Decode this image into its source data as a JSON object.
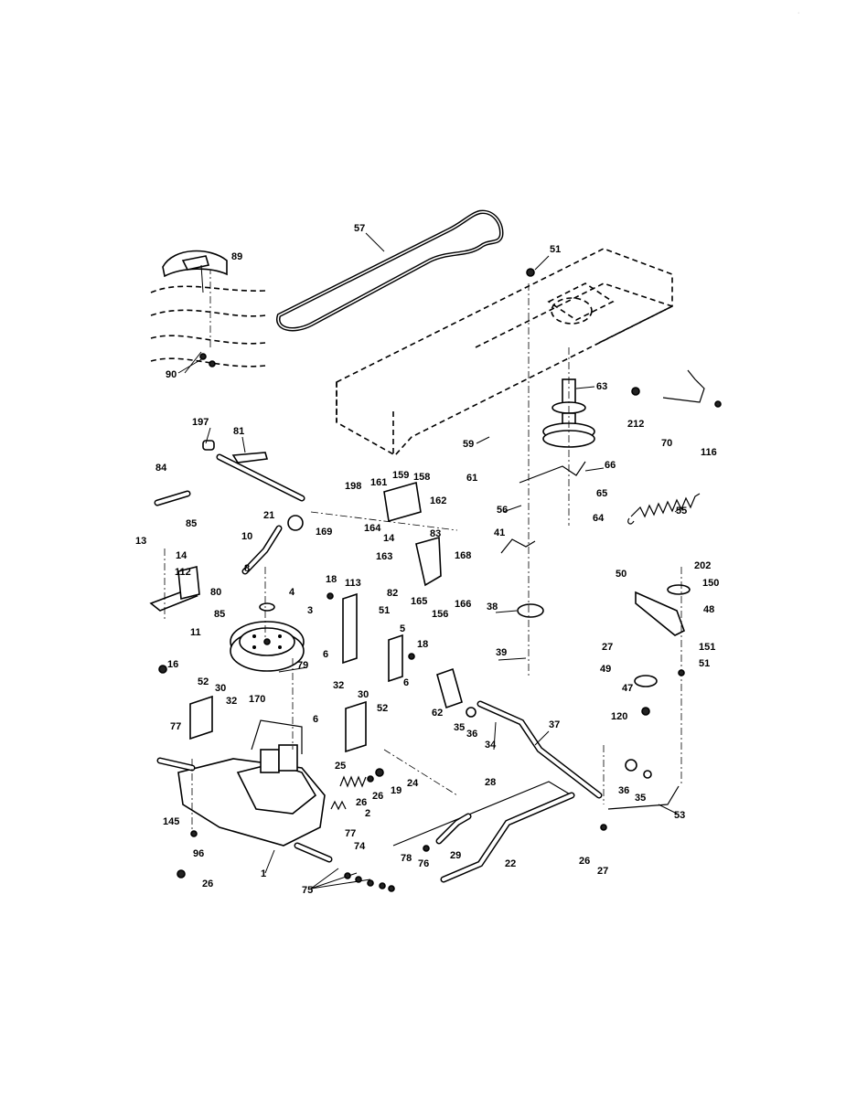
{
  "callouts": {
    "c1": "1",
    "c2": "2",
    "c3": "3",
    "c4": "4",
    "c5": "5",
    "c6a": "6",
    "c6b": "6",
    "c6c": "6",
    "c8": "8",
    "c10": "10",
    "c11": "11",
    "c13": "13",
    "c14a": "14",
    "c14b": "14",
    "c16": "16",
    "c18a": "18",
    "c18b": "18",
    "c19": "19",
    "c21": "21",
    "c22": "22",
    "c24": "24",
    "c25": "25",
    "c26a": "26",
    "c26b": "26",
    "c26c": "26",
    "c26d": "26",
    "c27a": "27",
    "c27b": "27",
    "c28": "28",
    "c29": "29",
    "c30a": "30",
    "c30b": "30",
    "c32a": "32",
    "c32b": "32",
    "c34": "34",
    "c35a": "35",
    "c35b": "35",
    "c36a": "36",
    "c36b": "36",
    "c37": "37",
    "c38": "38",
    "c39": "39",
    "c41": "41",
    "c47": "47",
    "c48": "48",
    "c49": "49",
    "c50": "50",
    "c51a": "51",
    "c51b": "51",
    "c51c": "51",
    "c52a": "52",
    "c52b": "52",
    "c53": "53",
    "c55": "55",
    "c56": "56",
    "c57": "57",
    "c59": "59",
    "c61": "61",
    "c62": "62",
    "c63": "63",
    "c64": "64",
    "c65": "65",
    "c66": "66",
    "c70": "70",
    "c74": "74",
    "c75": "75",
    "c76": "76",
    "c77a": "77",
    "c77b": "77",
    "c78": "78",
    "c79": "79",
    "c80": "80",
    "c81": "81",
    "c82": "82",
    "c83": "83",
    "c84": "84",
    "c85a": "85",
    "c85b": "85",
    "c89": "89",
    "c90": "90",
    "c96": "96",
    "c112": "112",
    "c113": "113",
    "c116": "116",
    "c120": "120",
    "c145": "145",
    "c150": "150",
    "c151": "151",
    "c156": "156",
    "c158": "158",
    "c159": "159",
    "c161": "161",
    "c162": "162",
    "c163": "163",
    "c164": "164",
    "c165": "165",
    "c166": "166",
    "c168": "168",
    "c169": "169",
    "c170": "170",
    "c197": "197",
    "c198": "198",
    "c202": "202",
    "c212": "212"
  }
}
